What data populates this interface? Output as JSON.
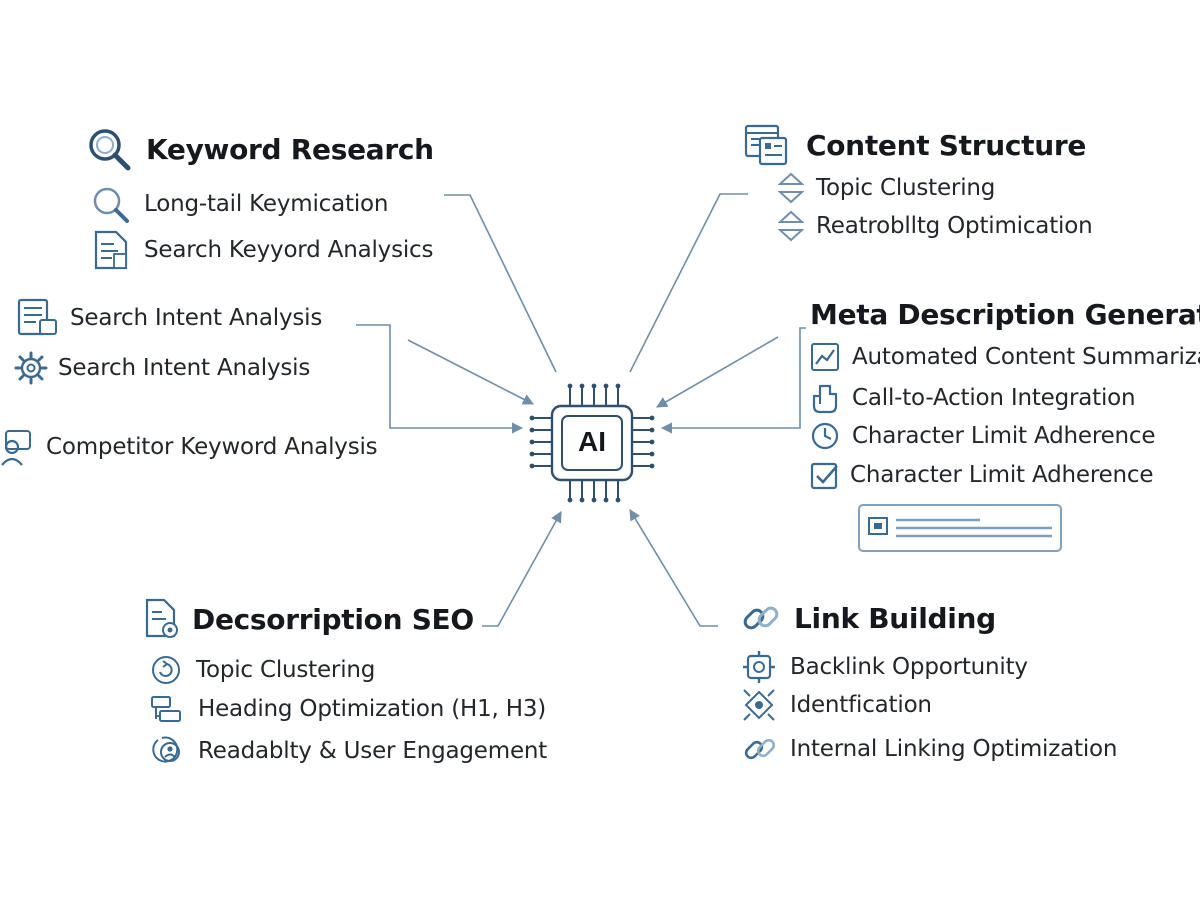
{
  "center": {
    "label": "AI"
  },
  "colors": {
    "stroke": "#2f4f6e",
    "icon": "#3b6a90",
    "icon_light": "#8fb0c8",
    "line": "#6f8ea8"
  },
  "groups": {
    "keyword_research": {
      "heading": "Keyword Research",
      "items": [
        "Long-tail Keymication",
        "Search Keyyord Analysics"
      ]
    },
    "search_intent": {
      "items": [
        "Search Intent Analysis",
        "Search Intent Analysis",
        "Competitor Keyword Analysis"
      ]
    },
    "content_structure": {
      "heading": "Content Structure",
      "items": [
        "Topic Clustering",
        "Reatroblltg Optimication"
      ]
    },
    "meta_description": {
      "heading": "Meta Description Generation",
      "items": [
        "Automated Content Summarization",
        "Call-to-Action Integration",
        "Character Limit Adherence",
        "Character Limit Adherence"
      ]
    },
    "description_seo": {
      "heading": "Decsorription SEO",
      "items": [
        "Topic Clustering",
        "Heading Optimization (H1, H3)",
        "Readablty & User Engagement"
      ]
    },
    "link_building": {
      "heading": "Link Building",
      "items": [
        "Backlink Opportunity",
        "Identfication",
        "Internal Linking Optimization"
      ]
    }
  },
  "icons": {
    "keyword_research": "magnifier-icon",
    "long_tail": "magnifier-icon",
    "search_analysis": "document-icon",
    "search_intent_1": "form-icon",
    "search_intent_2": "gear-icon",
    "competitor": "user-chat-icon",
    "content_structure": "layout-icon",
    "topic": "diamond-arrows-icon",
    "meta_1": "trend-chart-icon",
    "meta_2": "hand-pointer-icon",
    "meta_3": "clock-icon",
    "meta_4": "checkbox-icon",
    "description_seo": "document-gear-icon",
    "topic_clustering": "circle-arrows-icon",
    "heading_opt": "heading-blocks-icon",
    "readability": "user-circle-icon",
    "link_building": "chain-link-icon",
    "backlink": "target-gear-icon",
    "identification": "crosshair-icon",
    "internal_link": "chain-link-icon"
  }
}
